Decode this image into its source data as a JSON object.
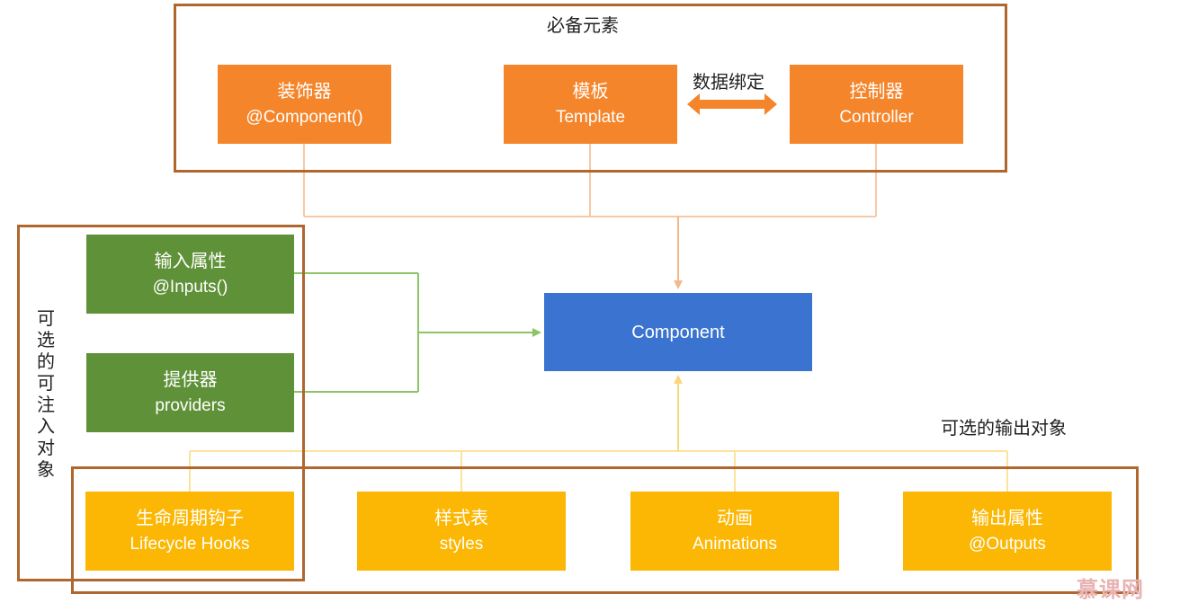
{
  "required": {
    "title": "必备元素",
    "decorator": {
      "zh": "装饰器",
      "en": "@Component()"
    },
    "template": {
      "zh": "模板",
      "en": "Template"
    },
    "binding_label": "数据绑定",
    "controller": {
      "zh": "控制器",
      "en": "Controller"
    }
  },
  "injectable": {
    "title": "可选的可注入对象",
    "inputs": {
      "zh": "输入属性",
      "en": "@Inputs()"
    },
    "providers": {
      "zh": "提供器",
      "en": "providers"
    }
  },
  "component": {
    "label": "Component"
  },
  "outputs_group": {
    "title": "可选的输出对象",
    "lifecycle": {
      "zh": "生命周期钩子",
      "en": "Lifecycle Hooks"
    },
    "styles": {
      "zh": "样式表",
      "en": "styles"
    },
    "animations": {
      "zh": "动画",
      "en": "Animations"
    },
    "outputs": {
      "zh": "输出属性",
      "en": "@Outputs"
    }
  },
  "watermark": "慕课网",
  "colors": {
    "frame": "#b0672e",
    "required_box": "#f5852a",
    "injectable_box": "#5f9138",
    "component_box": "#3b74d0",
    "output_box": "#fbb703",
    "required_link": "#f7c9a6",
    "injectable_link": "#8cc466",
    "output_link": "#fde39a"
  }
}
